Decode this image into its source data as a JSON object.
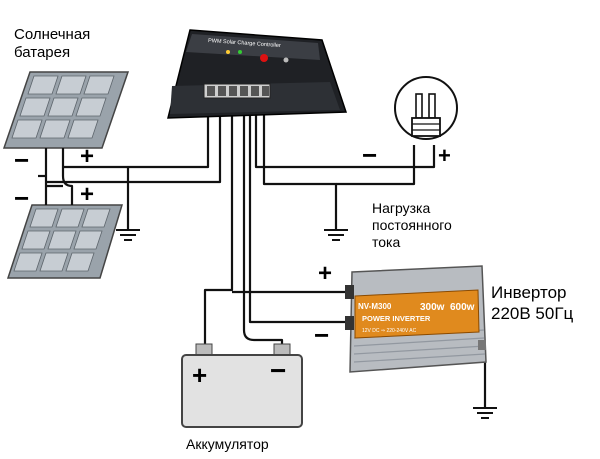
{
  "labels": {
    "solar_panel": "Солнечная\nбатарея",
    "dc_load": "Нагрузка\nпостоянного\nтока",
    "inverter": "Инвертор\n220В 50Гц",
    "battery": "Аккумулятор"
  },
  "controller": {
    "title": "PWM Solar Charge Controller"
  },
  "inverter_device": {
    "model": "NV-M300",
    "power_300": "300w",
    "power_600": "600w",
    "brand": "POWER INVERTER",
    "spec": "12V DC ⇒ 220-240V AC"
  },
  "polarity": {
    "plus": "+",
    "minus": "−"
  },
  "colors": {
    "wire": "#111111",
    "panel_cell": "#a9b2ba",
    "controller_body": "#2a2c30",
    "inverter_body": "#b8bcc1",
    "inverter_label": "#e08a1e",
    "battery_body": "#e2e2e2"
  },
  "icons": {
    "solar_panel": "solar-panel-icon",
    "controller": "charge-controller-icon",
    "bulb": "light-bulb-icon",
    "battery": "battery-icon",
    "inverter": "inverter-icon",
    "ground": "ground-icon"
  }
}
